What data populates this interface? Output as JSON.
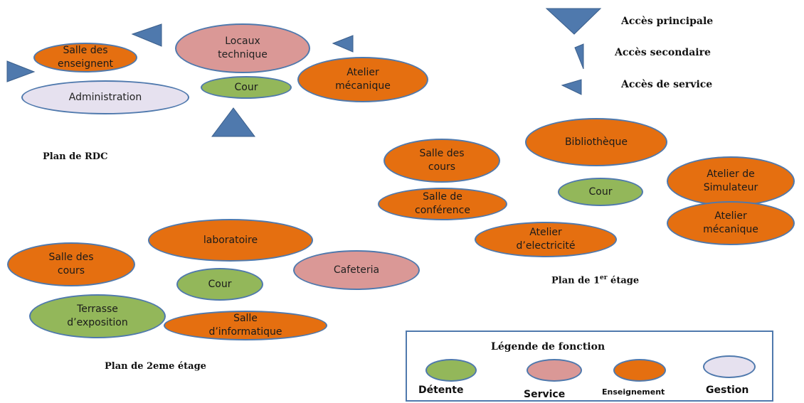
{
  "colors": {
    "detente": "#93b75a",
    "service": "#da9896",
    "enseignement": "#e56f10",
    "gestion": "#e6e1ef",
    "access_arrow": "#4f79ad"
  },
  "access_legend": {
    "principale": "Accès principale",
    "secondaire": "Accès secondaire",
    "service": "Accès de service"
  },
  "rdc": {
    "title": "Plan de RDC",
    "salle_enseignant": "Salle des\nenseignent",
    "locaux_technique": "Locaux\ntechnique",
    "administration": "Administration",
    "cour": "Cour",
    "atelier_mecanique": "Atelier\nmécanique"
  },
  "etage1": {
    "title_prefix": "Plan de 1",
    "title_sup": "er",
    "title_suffix": " étage",
    "salle_cours": "Salle des\ncours",
    "bibliotheque": "Bibliothèque",
    "atelier_simulateur": "Atelier de\nSimulateur",
    "cour": "Cour",
    "salle_conference": "Salle de\nconférence",
    "atelier_mecanique": "Atelier\nmécanique",
    "atelier_electricite": "Atelier\nd’electricité"
  },
  "etage2": {
    "title": "Plan de 2eme  étage",
    "laboratoire": "laboratoire",
    "salle_cours": "Salle des\ncours",
    "cafeteria": "Cafeteria",
    "cour": "Cour",
    "terrasse": "Terrasse\nd’exposition",
    "salle_informatique": "Salle\nd’informatique"
  },
  "function_legend": {
    "title": "Légende de fonction",
    "detente": "Détente",
    "service": "Service",
    "enseignement": "Enseignement",
    "gestion": "Gestion"
  }
}
